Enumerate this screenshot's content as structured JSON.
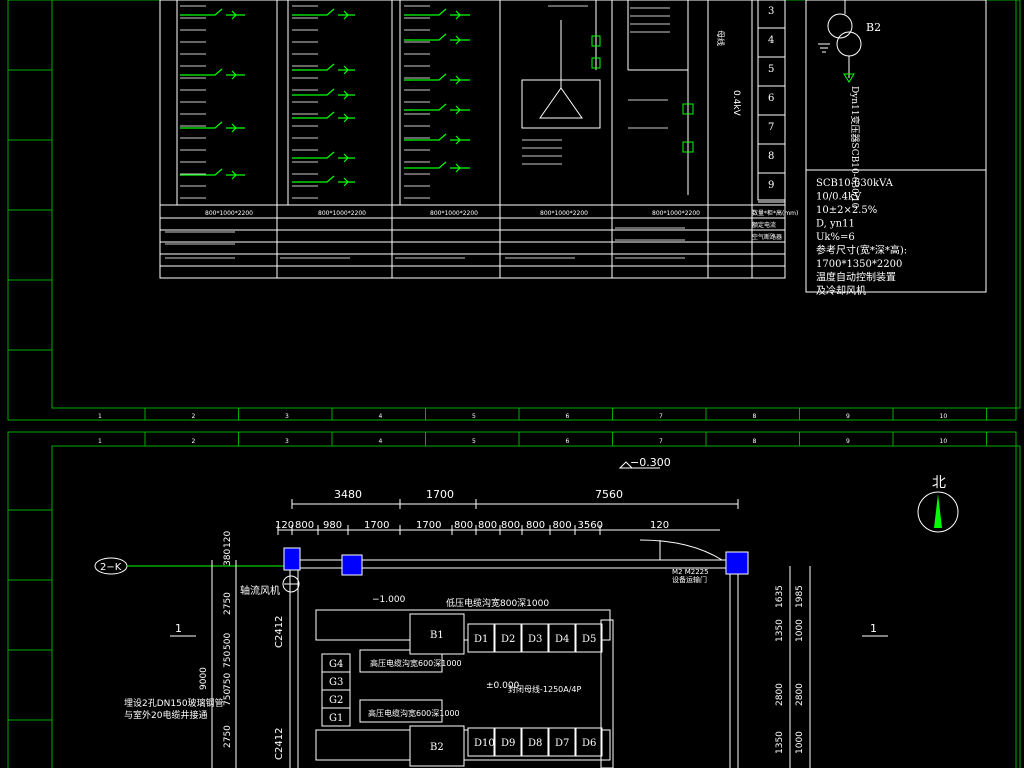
{
  "colors": {
    "background": "#000000",
    "frame": "#00cc00",
    "line": "#ffffff",
    "accent_green": "#00ff00",
    "equipment": "#ff00ff",
    "column": "#0000ff",
    "cable": "#ffff00"
  },
  "top_sheet": {
    "transformer_label": "B2",
    "transformer_vertical_note": "Dyn11变压器SCB10-630/10",
    "transformer_specs": [
      "SCB10-630kVA",
      "10/0.4kV",
      "10±2×2.5%",
      "D, yn11",
      "Uk%=6",
      "参考尺寸(宽*深*高):",
      "1700*1350*2200",
      "温度自动控制装置",
      "及冷却风机"
    ],
    "row_numbers": [
      "3",
      "4",
      "5",
      "6",
      "7",
      "8",
      "9"
    ],
    "cabinet_size": "800*1000*2200",
    "row_labels": [
      "数量*柜*高(mm)",
      "额定电流",
      "空气断路器"
    ],
    "feeder_voltage": "0.4kV",
    "grid_numbers": [
      "1",
      "2",
      "3",
      "4",
      "5",
      "6",
      "7",
      "8",
      "9",
      "10"
    ]
  },
  "bottom_sheet": {
    "elevation": "−0.300",
    "north_label": "北",
    "top_dims_a": [
      "3480",
      "1700",
      "7560"
    ],
    "top_dims_b": [
      "120",
      "800",
      "980",
      "1700",
      "1700",
      "800",
      "800",
      "800",
      "800",
      "800",
      "3560",
      "120"
    ],
    "axis_label": "2−K",
    "fan_label": "轴流风机",
    "low_voltage_trench": "低压电缆沟宽800深1000",
    "high_voltage_trench_1": "高压电缆沟宽600深1000",
    "high_voltage_trench_2": "高压电缆沟宽600深1000",
    "floor_level": "±0.000",
    "busbar": "封闭母线-1250A/4P",
    "level_mark": "−1.000",
    "door_note_1": "M2 M2225",
    "door_note_2": "设备运输门",
    "window_marks": [
      "C2412",
      "C2412"
    ],
    "section_marks": [
      "1",
      "1"
    ],
    "left_dims": [
      "120",
      "380",
      "2750",
      "500",
      "750",
      "750",
      "750",
      "9000",
      "2750"
    ],
    "right_dims_a": [
      "1635",
      "1350",
      "2800",
      "1350"
    ],
    "right_dims_b": [
      "1985",
      "1000",
      "2800",
      "1000"
    ],
    "pipe_note_1": "埋设2孔DN150玻璃钢管",
    "pipe_note_2": "与室外20电缆井接通",
    "transformer_1": "B1",
    "transformer_2": "B2",
    "hv_cabinets": [
      "G4",
      "G3",
      "G2",
      "G1"
    ],
    "lv_cabinets_top": [
      "D1",
      "D2",
      "D3",
      "D4",
      "D5"
    ],
    "lv_cabinets_bottom": [
      "D10",
      "D9",
      "D8",
      "D7",
      "D6"
    ]
  }
}
